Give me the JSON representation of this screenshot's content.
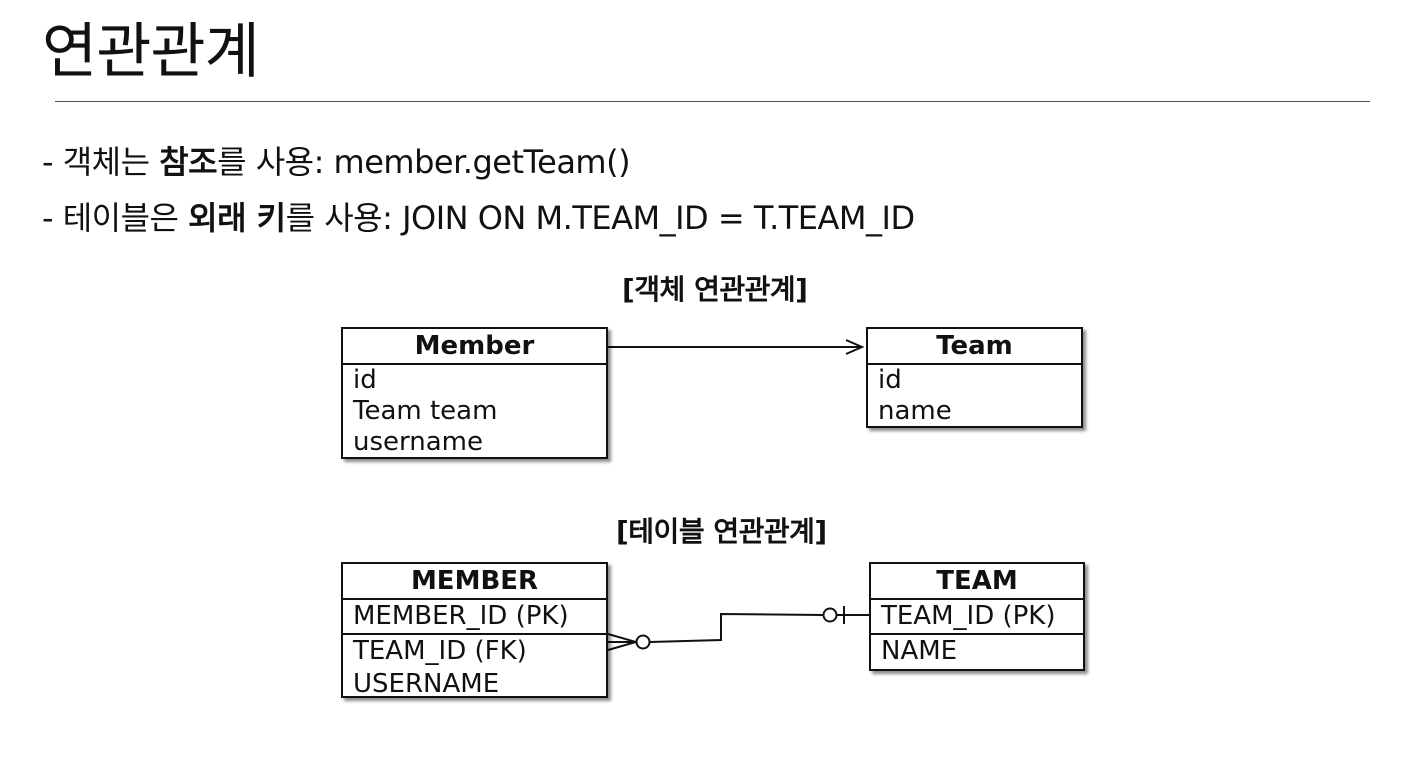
{
  "title": "연관관계",
  "bullets": [
    {
      "prefix": "- 객체는 ",
      "bold": "참조",
      "suffix": "를 사용: member.getTeam()"
    },
    {
      "prefix": "- 테이블은 ",
      "bold": "외래 키",
      "suffix": "를 사용: JOIN ON M.TEAM_ID = T.TEAM_ID"
    }
  ],
  "object_diagram": {
    "title": "[객체 연관관계]",
    "member": {
      "name": "Member",
      "fields": [
        "id",
        "Team team",
        "username"
      ]
    },
    "team": {
      "name": "Team",
      "fields": [
        "id",
        "name"
      ]
    }
  },
  "table_diagram": {
    "title": "[테이블 연관관계]",
    "member": {
      "name": "MEMBER",
      "pk": "MEMBER_ID (PK)",
      "fields": [
        "TEAM_ID (FK)",
        "USERNAME"
      ]
    },
    "team": {
      "name": "TEAM",
      "pk": "TEAM_ID (PK)",
      "fields": [
        "NAME"
      ]
    }
  }
}
